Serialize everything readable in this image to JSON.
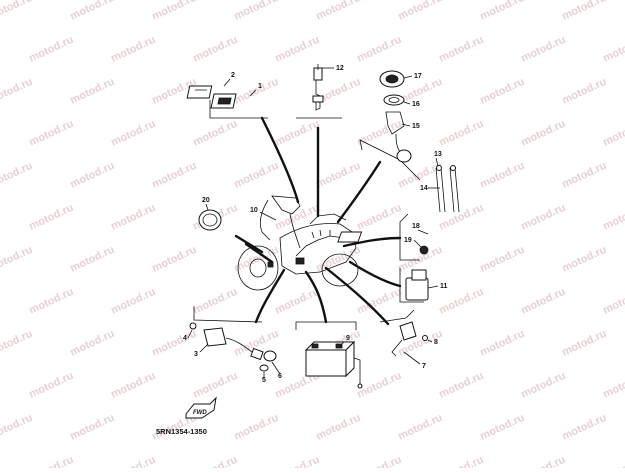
{
  "watermark": {
    "text": "motod.ru",
    "color": "#e9d0d0"
  },
  "diagram": {
    "code": "5RN1354-1350",
    "fwd_label": "FWD",
    "callouts": {
      "c1": "1",
      "c2": "2",
      "c3": "3",
      "c4": "4",
      "c5": "5",
      "c6": "6",
      "c7": "7",
      "c8": "8",
      "c9": "9",
      "c10": "10",
      "c11": "11",
      "c12": "12",
      "c13": "13",
      "c14": "14",
      "c15": "15",
      "c16": "16",
      "c17": "17",
      "c18": "18",
      "c19": "19",
      "c20": "20"
    }
  },
  "colors": {
    "line": "#111111",
    "background": "#ffffff"
  }
}
